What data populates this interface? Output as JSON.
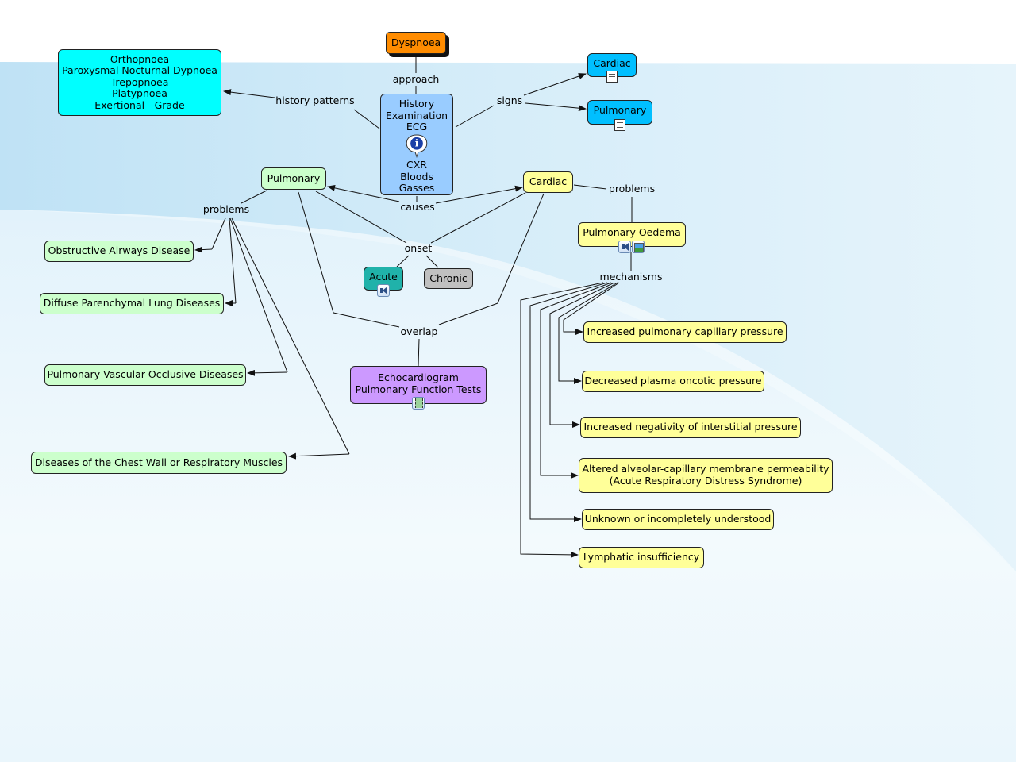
{
  "nodes": {
    "dyspnoea": "Dyspnoea",
    "history_patterns": [
      "Orthopnoea",
      "Paroxysmal Nocturnal Dypnoea",
      "Trepopnoea",
      "Platypnoea",
      "Exertional - Grade"
    ],
    "approach_top": [
      "History",
      "Examination",
      "ECG"
    ],
    "approach_bottom": [
      "CXR",
      "Bloods",
      "Gasses"
    ],
    "signs_cardiac": "Cardiac",
    "signs_pulmonary": "Pulmonary",
    "pulmonary": "Pulmonary",
    "cardiac": "Cardiac",
    "acute": "Acute",
    "chronic": "Chronic",
    "overlap_tests": [
      "Echocardiogram",
      "Pulmonary Function Tests"
    ],
    "pulmonary_oedema": "Pulmonary Oedema",
    "pulmonary_problems": [
      "Obstructive Airways Disease",
      "Diffuse Parenchymal Lung Diseases",
      "Pulmonary Vascular Occlusive Diseases",
      "Diseases of the Chest Wall or Respiratory Muscles"
    ],
    "mechanisms": [
      "Increased pulmonary capillary pressure",
      "Decreased plasma oncotic pressure",
      "Increased negativity of interstitial pressure",
      "Altered alveolar-capillary membrane permeability",
      "(Acute Respiratory Distress Syndrome)",
      "Unknown or incompletely understood",
      "Lymphatic insufficiency"
    ]
  },
  "link_labels": {
    "approach": "approach",
    "history_patterns": "history patterns",
    "signs": "signs",
    "causes": "causes",
    "problems_left": "problems",
    "problems_right": "problems",
    "onset": "onset",
    "overlap": "overlap",
    "mechanisms": "mechanisms"
  },
  "colors": {
    "orange": "#ff8c00",
    "cyan": "#00ffff",
    "sky": "#00bfff",
    "light_blue": "#99ccff",
    "light_green": "#ccffcc",
    "light_yellow": "#ffff99",
    "teal": "#20b2aa",
    "gray": "#c0c0c0",
    "purple": "#cc99ff",
    "line": "#111111"
  },
  "icons": [
    "info-icon",
    "document-icon",
    "sound-icon",
    "image-icon",
    "video-icon"
  ]
}
